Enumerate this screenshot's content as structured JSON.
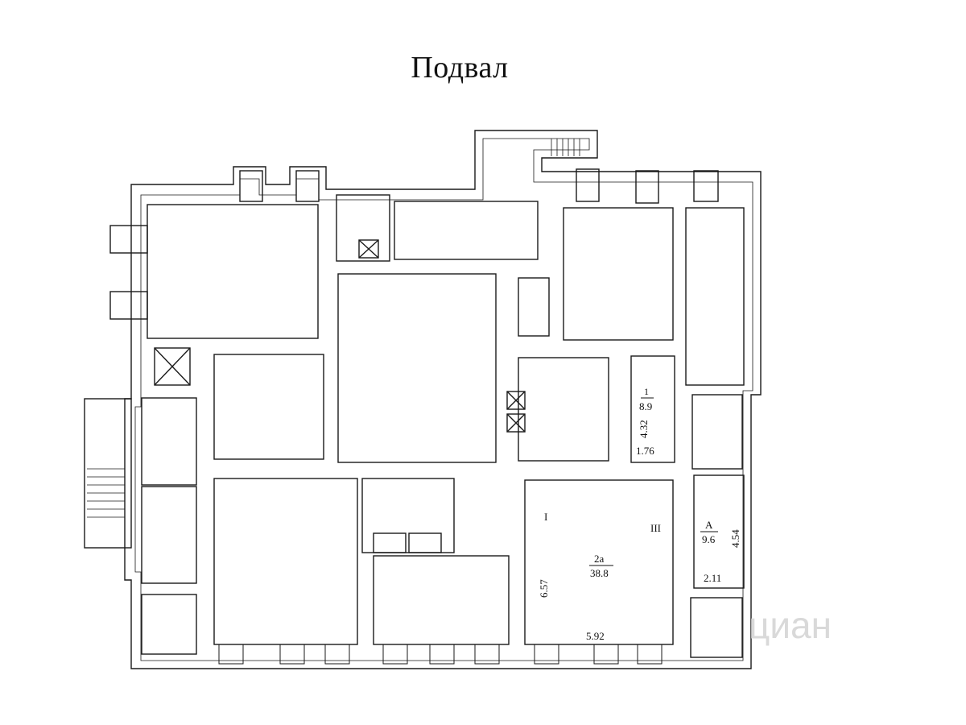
{
  "plan": {
    "title": "Подвал",
    "rooms": {
      "room_1": {
        "number": "1",
        "area": "8.9",
        "len_a": "4.32",
        "len_b": "1.76"
      },
      "room_2a": {
        "number": "2а",
        "area": "38.8",
        "len_a": "6.57",
        "len_b": "5.92",
        "mark_left": "I",
        "mark_right": "III"
      },
      "room_a": {
        "number": "А",
        "area": "9.6",
        "len_a": "4.54",
        "len_b": "2.11"
      }
    },
    "watermark": "циан"
  }
}
